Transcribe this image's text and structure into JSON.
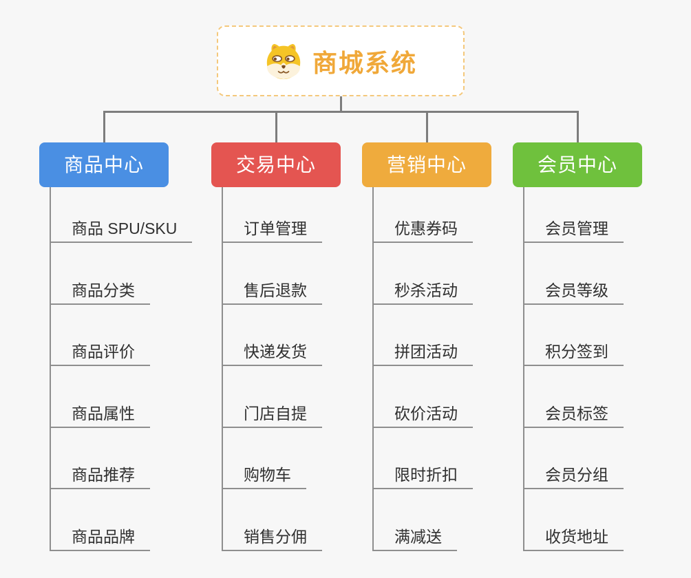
{
  "app": {
    "background": "#F7F7F7"
  },
  "root": {
    "label": "商城系统",
    "text_color": "#F0A839",
    "border_color": "#F4C87B",
    "icon": "dog-icon"
  },
  "branches": [
    {
      "label": "商品中心",
      "color": "#4A8FE3",
      "items": [
        "商品 SPU/SKU",
        "商品分类",
        "商品评价",
        "商品属性",
        "商品推荐",
        "商品品牌"
      ]
    },
    {
      "label": "交易中心",
      "color": "#E45551",
      "items": [
        "订单管理",
        "售后退款",
        "快递发货",
        "门店自提",
        "购物车",
        "销售分佣"
      ]
    },
    {
      "label": "营销中心",
      "color": "#EFAB3D",
      "items": [
        "优惠券码",
        "秒杀活动",
        "拼团活动",
        "砍价活动",
        "限时折扣",
        "满减送"
      ]
    },
    {
      "label": "会员中心",
      "color": "#6FC13D",
      "items": [
        "会员管理",
        "会员等级",
        "积分签到",
        "会员标签",
        "会员分组",
        "收货地址"
      ]
    }
  ],
  "colors": {
    "connector": "#7D7D7D",
    "underline": "#8E8E8E",
    "item_text": "#303030",
    "branch_text": "#FFFFFF"
  }
}
